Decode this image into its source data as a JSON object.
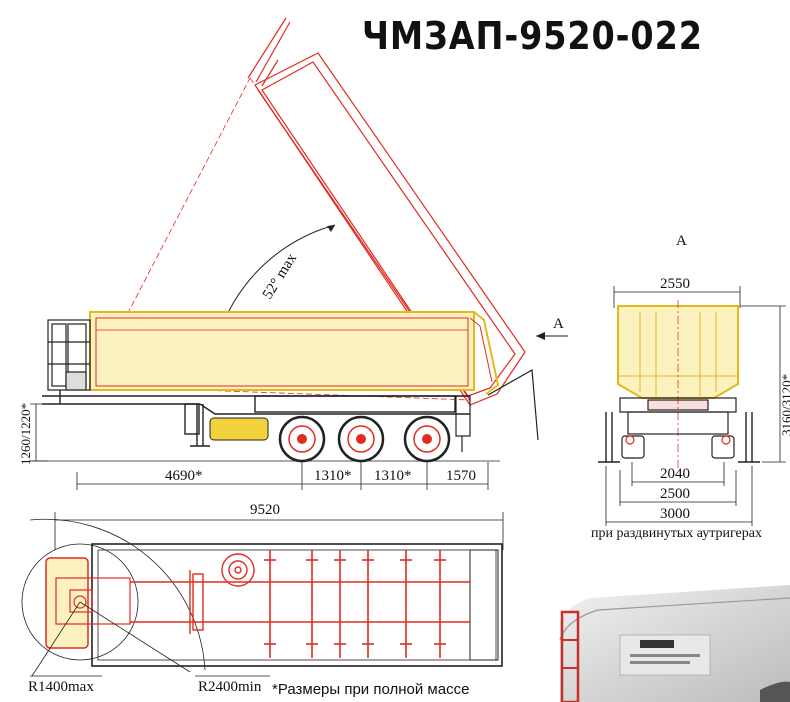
{
  "title": "ЧМЗАП-9520-022",
  "side_view": {
    "tilt_angle": "52° max",
    "view_marker": "A",
    "height_label": "1260/1220*",
    "dims": [
      "4690*",
      "1310*",
      "1310*",
      "1570"
    ]
  },
  "top_view": {
    "overall_length": "9520",
    "turn_radius_front": "R1400max",
    "turn_radius_rear": "R2400min"
  },
  "rear_view": {
    "label": "A",
    "top_width": "2550",
    "height": "3160/3120*",
    "track_width": "2040",
    "axle_width": "2500",
    "outrigger_width": "3000",
    "outrigger_caption": "при раздвинутых аутригерах"
  },
  "footnote": "*Размеры при полной массе",
  "colors": {
    "red_lines": "#e32a22",
    "yellow_body": "#f2d23a",
    "outline": "#222222"
  }
}
